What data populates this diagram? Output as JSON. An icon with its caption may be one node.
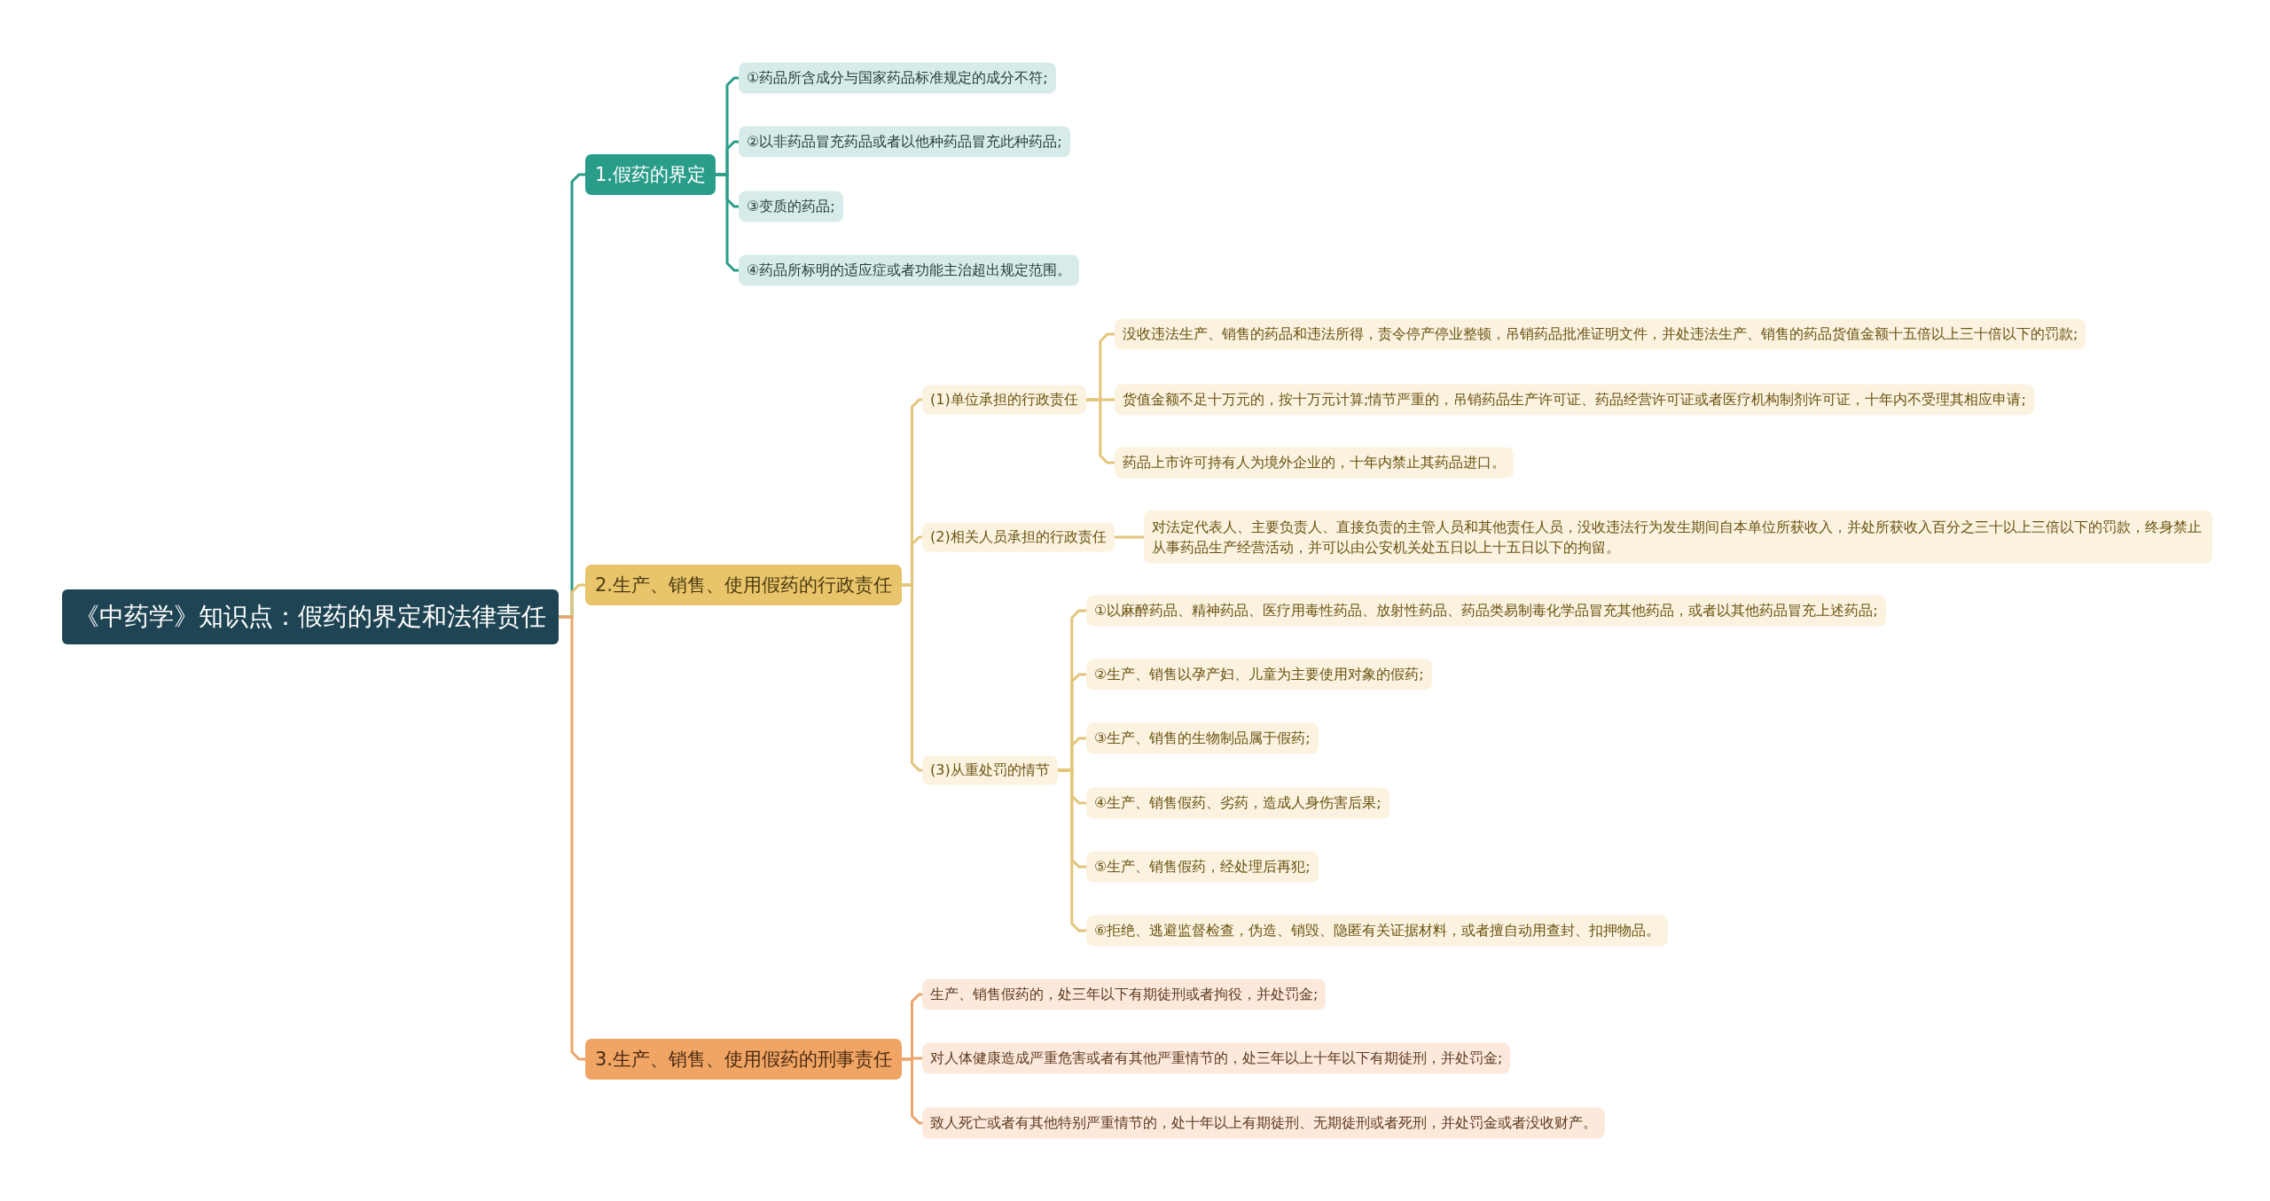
{
  "diagram": {
    "nodes": [
      {
        "text": [
          "《中药学》知识点：假药的界定和法律责任"
        ]
      },
      {
        "text": [
          "1.假药的界定"
        ]
      },
      {
        "text": [
          "①药品所含成分与国家药品标准规定的成分不符;"
        ]
      },
      {
        "text": [
          "②以非药品冒充药品或者以他种药品冒充此种药品;"
        ]
      },
      {
        "text": [
          "③变质的药品;"
        ]
      },
      {
        "text": [
          "④药品所标明的适应症或者功能主治超出规定范围。"
        ]
      },
      {
        "text": [
          "2.生产、销售、使用假药的行政责任"
        ]
      },
      {
        "text": [
          "(1)单位承担的行政责任"
        ]
      },
      {
        "text": [
          "没收违法生产、销售的药品和违法所得，责令停产停业整顿，吊销药品批准证明文件，并处违法生产、销售的药品货值金额十五倍以上三十倍以下的罚款;"
        ]
      },
      {
        "text": [
          "货值金额不足十万元的，按十万元计算;情节严重的，吊销药品生产许可证、药品经营许可证或者医疗机构制剂许可证，十年内不受理其相应申请;"
        ]
      },
      {
        "text": [
          "药品上市许可持有人为境外企业的，十年内禁止其药品进口。"
        ]
      },
      {
        "text": [
          "(2)相关人员承担的行政责任"
        ]
      },
      {
        "text": [
          "对法定代表人、主要负责人、直接负责的主管人员和其他责任人员，没收违法行为发生期间自本单位所获收入，并处所获收入百分之三十以上三倍以下的罚款，终身禁止从事药品生产经营活动，并可以由公安机关处五日以上十五日以下的拘留。"
        ]
      },
      {
        "text": [
          "(3)从重处罚的情节"
        ]
      },
      {
        "text": [
          "①以麻醉药品、精神药品、医疗用毒性药品、放射性药品、药品类易制毒化学品冒充其他药品，或者以其他药品冒充上述药品;"
        ]
      },
      {
        "text": [
          "②生产、销售以孕产妇、儿童为主要使用对象的假药;"
        ]
      },
      {
        "text": [
          "③生产、销售的生物制品属于假药;"
        ]
      },
      {
        "text": [
          "④生产、销售假药、劣药，造成人身伤害后果;"
        ]
      },
      {
        "text": [
          "⑤生产、销售假药，经处理后再犯;"
        ]
      },
      {
        "text": [
          "⑥拒绝、逃避监督检查，伪造、销毁、隐匿有关证据材料，或者擅自动用查封、扣押物品。"
        ]
      },
      {
        "text": [
          "3.生产、销售、使用假药的刑事责任"
        ]
      },
      {
        "text": [
          "生产、销售假药的，处三年以下有期徒刑或者拘役，并处罚金;"
        ]
      },
      {
        "text": [
          "对人体健康造成严重危害或者有其他严重情节的，处三年以上十年以下有期徒刑，并处罚金;"
        ]
      },
      {
        "text": [
          "致人死亡或者有其他特别严重情节的，处十年以上有期徒刑、无期徒刑或者死刑，并处罚金或者没收财产。"
        ]
      }
    ],
    "edges": [
      {
        "from": 0,
        "to": 1,
        "arrow": "none",
        "color": "#2a9d8a"
      },
      {
        "from": 1,
        "to": 2,
        "arrow": "none",
        "color": "#2a9d8a"
      },
      {
        "from": 1,
        "to": 3,
        "arrow": "none",
        "color": "#2a9d8a"
      },
      {
        "from": 1,
        "to": 4,
        "arrow": "none",
        "color": "#2a9d8a"
      },
      {
        "from": 1,
        "to": 5,
        "arrow": "none",
        "color": "#2a9d8a"
      },
      {
        "from": 0,
        "to": 6,
        "arrow": "none"
      },
      {
        "from": 6,
        "to": 7,
        "arrow": "none"
      },
      {
        "from": 7,
        "to": 8,
        "arrow": "none"
      },
      {
        "from": 7,
        "to": 9,
        "arrow": "none"
      },
      {
        "from": 7,
        "to": 10,
        "arrow": "none"
      },
      {
        "from": 6,
        "to": 11,
        "arrow": "none"
      },
      {
        "from": 11,
        "to": 12,
        "arrow": "none"
      },
      {
        "from": 6,
        "to": 13,
        "arrow": "none"
      },
      {
        "from": 13,
        "to": 14,
        "arrow": "none"
      },
      {
        "from": 13,
        "to": 15,
        "arrow": "none"
      },
      {
        "from": 13,
        "to": 16,
        "arrow": "none"
      },
      {
        "from": 13,
        "to": 17,
        "arrow": "none"
      },
      {
        "from": 13,
        "to": 18,
        "arrow": "none"
      },
      {
        "from": 13,
        "to": 19,
        "arrow": "none"
      },
      {
        "from": 0,
        "to": 20,
        "arrow": "none",
        "color": "#eba56c"
      },
      {
        "from": 20,
        "to": 21,
        "arrow": "none",
        "color": "#eba56c"
      },
      {
        "from": 20,
        "to": 22,
        "arrow": "none",
        "color": "#eba56c"
      },
      {
        "from": 20,
        "to": 23,
        "arrow": "none",
        "color": "#eba56c"
      }
    ]
  }
}
